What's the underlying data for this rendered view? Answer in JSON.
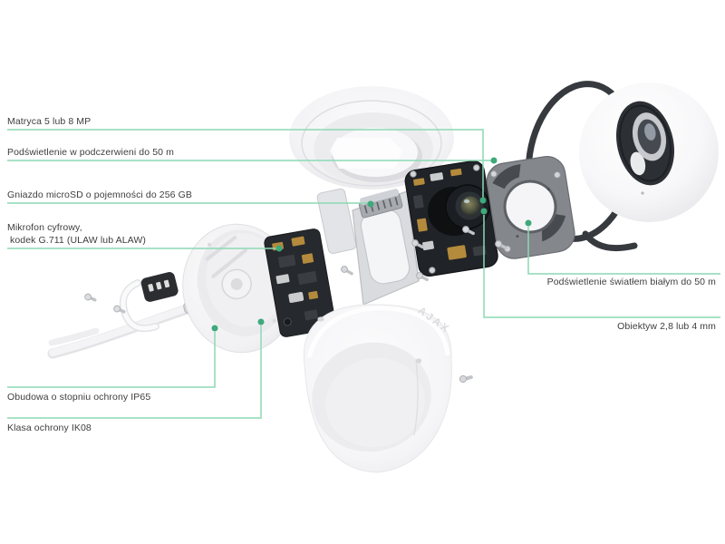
{
  "labels": {
    "matryca": "Matryca 5 lub 8 MP",
    "ir": "Podświetlenie w podczerwieni do 50 m",
    "microsd": "Gniazdo microSD o pojemności do 256 GB",
    "mikrofon_line1": "Mikrofon cyfrowy,",
    "mikrofon_line2": "kodek G.711 (ULAW lub ALAW)",
    "obudowa": "Obudowa o stopniu ochrony IP65",
    "klasa": "Klasa ochrony IK08",
    "white_light": "Podświetlenie światłem białym do 50 m",
    "obiektyw": "Obiektyw 2,8 lub 4 mm"
  },
  "brand": {
    "logo": "AJAX"
  },
  "colors": {
    "leader_line": "#8cd9b3",
    "leader_dot": "#3fa97c",
    "label_text": "#3e3e3e",
    "background": "#ffffff"
  }
}
